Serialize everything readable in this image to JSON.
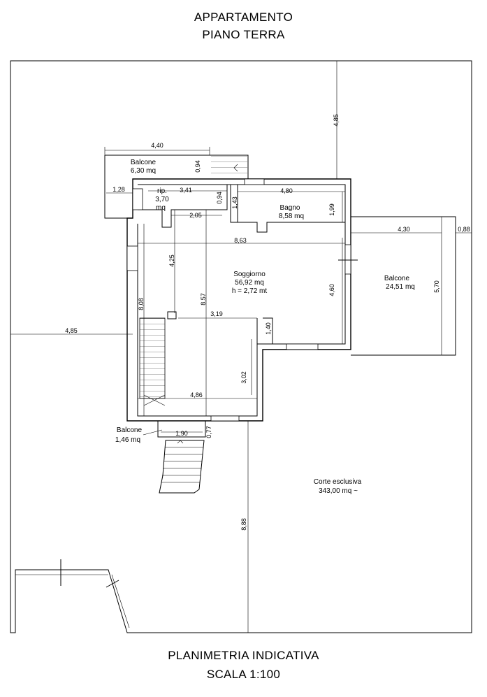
{
  "header": {
    "line1": "APPARTAMENTO",
    "line2": "PIANO TERRA"
  },
  "footer": {
    "line1": "PLANIMETRIA INDICATIVA",
    "line2": "SCALA 1:100"
  },
  "rooms": {
    "balcone_top": {
      "name": "Balcone",
      "area": "6,30 mq"
    },
    "rip": {
      "name": "rip.",
      "area": "3,70",
      "unit": "mq"
    },
    "bagno": {
      "name": "Bagno",
      "area": "8,58 mq"
    },
    "soggiorno": {
      "name": "Soggiorno",
      "area": "56,92 mq",
      "height": "h = 2,72 mt"
    },
    "balcone_right": {
      "name": "Balcone",
      "area": "24,51 mq"
    },
    "balcone_bottom": {
      "name": "Balcone",
      "area": "1,46 mq"
    },
    "corte": {
      "name": "Corte esclusiva",
      "area": "343,00 mq ~"
    }
  },
  "dimensions": {
    "d_4_85_top": "4,85",
    "d_4_40": "4,40",
    "d_0_94_balcony": "0,94",
    "d_1_28": "1,28",
    "d_3_41": "3,41",
    "d_0_94_rip": "0,94",
    "d_1_43": "1,43",
    "d_4_80": "4,80",
    "d_1_99": "1,99",
    "d_2_05": "2,05",
    "d_4_30": "4,30",
    "d_0_88": "0,88",
    "d_8_63": "8,63",
    "d_4_25": "4,25",
    "d_8_57": "8,57",
    "d_4_60": "4,60",
    "d_5_70": "5,70",
    "d_8_08": "8,08",
    "d_3_19": "3,19",
    "d_1_40": "1,40",
    "d_4_85_left": "4,85",
    "d_3_02": "3,02",
    "d_4_86": "4,86",
    "d_1_90": "1,90",
    "d_0_77": "0,77",
    "d_8_88": "8,88"
  }
}
